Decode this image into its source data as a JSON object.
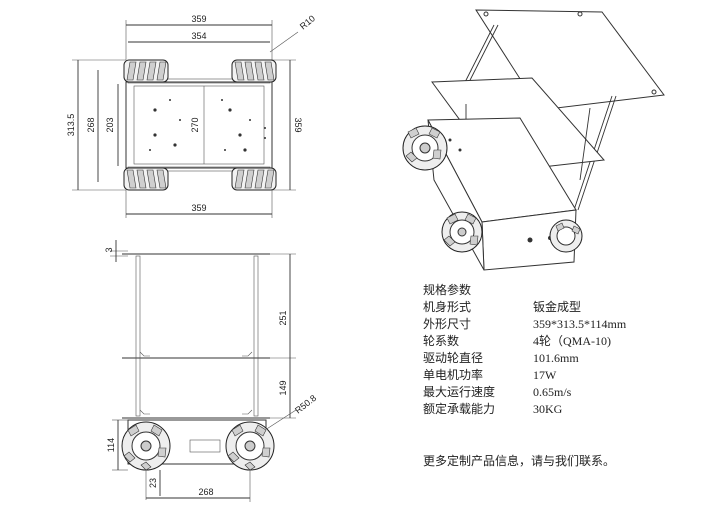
{
  "top_view": {
    "dims": {
      "overall_width_top": "359",
      "inner_width": "354",
      "radius": "R10",
      "overall_depth": "313.5",
      "wheelbase": "268",
      "inner_depth": "203",
      "plate_depth": "270",
      "side_depth": "359",
      "overall_width_bottom": "359"
    }
  },
  "side_view": {
    "dims": {
      "top_gap": "3",
      "tier_height": "251",
      "lower_height": "149",
      "wheel_radius": "R50.8",
      "chassis_height": "114",
      "axle_offset": "23",
      "track": "268"
    }
  },
  "specs": {
    "title": "规格参数",
    "rows": [
      {
        "label": "机身形式",
        "value": "钣金成型"
      },
      {
        "label": "外形尺寸",
        "value": "359*313.5*114mm"
      },
      {
        "label": "轮系数",
        "value": "4轮（QMA-10)"
      },
      {
        "label": "驱动轮直径",
        "value": "101.6mm"
      },
      {
        "label": "单电机功率",
        "value": "17W"
      },
      {
        "label": "最大运行速度",
        "value": "0.65m/s"
      },
      {
        "label": "额定承载能力",
        "value": "30KG"
      }
    ]
  },
  "footer_note": "更多定制产品信息，请与我们联系。"
}
